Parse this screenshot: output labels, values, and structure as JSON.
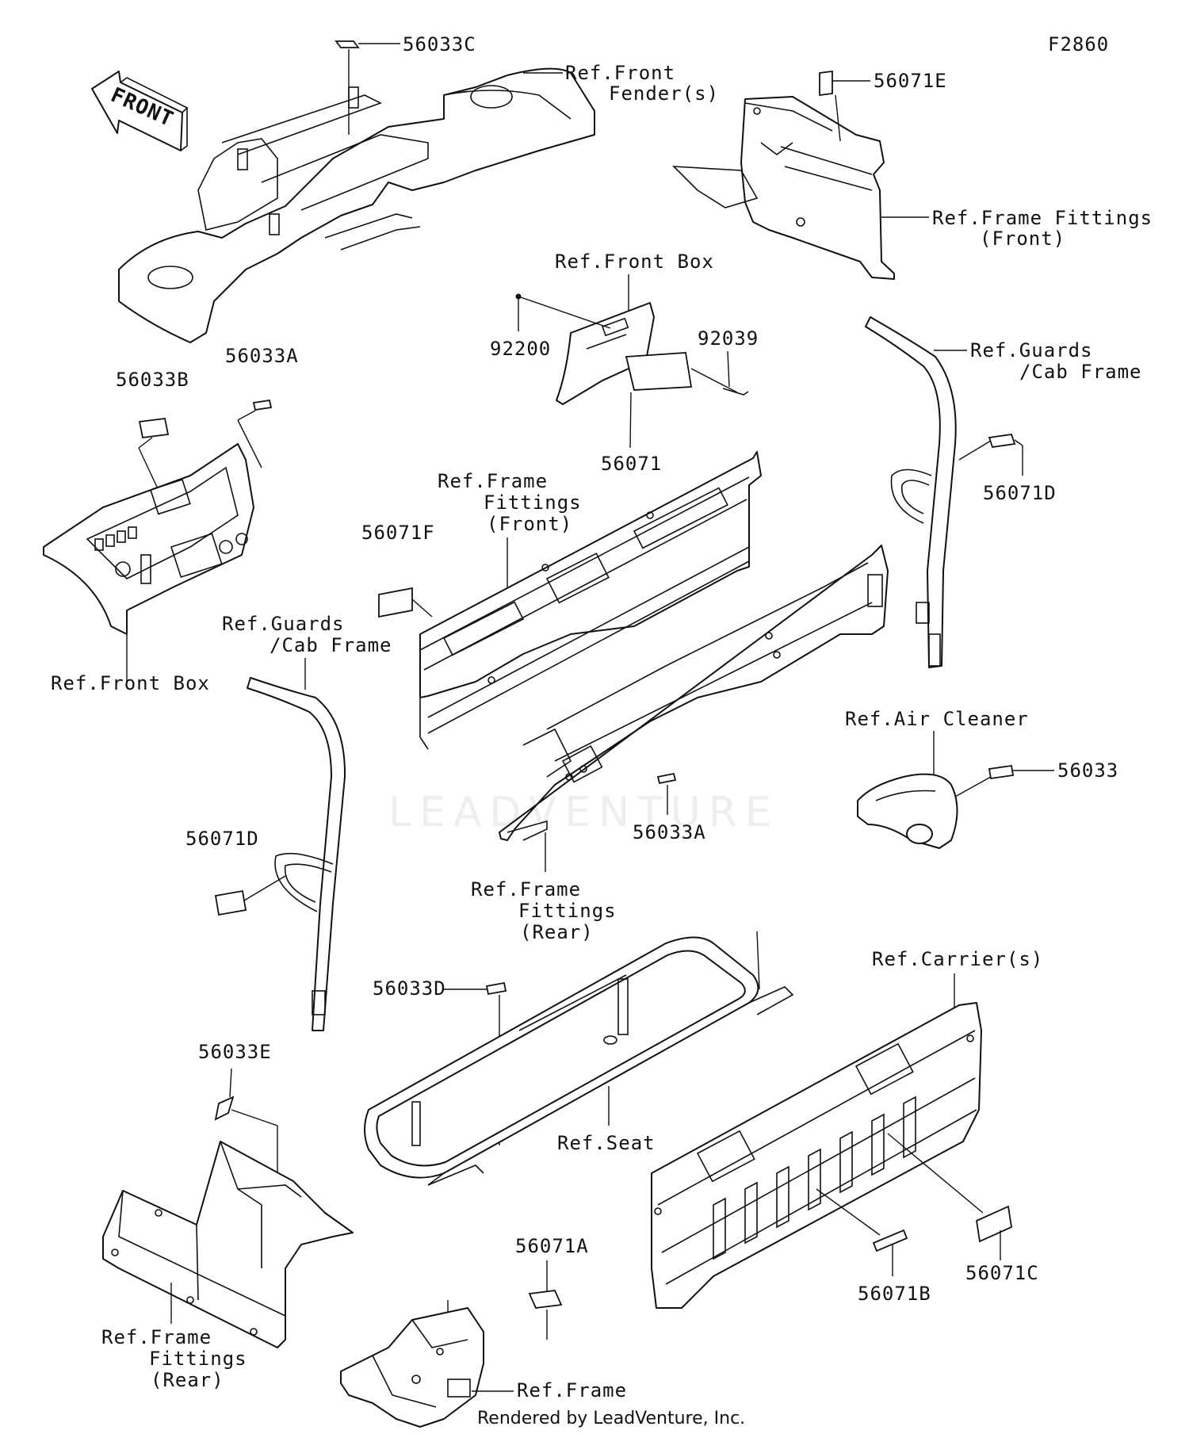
{
  "diagram_code": "F2860",
  "watermark": "LEADVENTURE",
  "footer": "Rendered by LeadVenture, Inc.",
  "front_arrow": "FRONT",
  "labels": {
    "p56033C": "56033C",
    "ref_front_fender_1": "Ref.Front",
    "ref_front_fender_2": "Fender(s)",
    "p56071E": "56071E",
    "ref_frame_fit_front_tr_1": "Ref.Frame Fittings",
    "ref_frame_fit_front_tr_2": "(Front)",
    "ref_front_box_mid": "Ref.Front Box",
    "p92200": "92200",
    "p92039": "92039",
    "p56071": "56071",
    "p56033B": "56033B",
    "p56033A_top": "56033A",
    "ref_guards_right_1": "Ref.Guards",
    "ref_guards_right_2": "/Cab Frame",
    "p56071D_right": "56071D",
    "ref_frame_fit_front_mid_1": "Ref.Frame",
    "ref_frame_fit_front_mid_2": "Fittings",
    "ref_frame_fit_front_mid_3": "(Front)",
    "p56071F": "56071F",
    "ref_front_box_left": "Ref.Front Box",
    "ref_guards_left_1": "Ref.Guards",
    "ref_guards_left_2": "/Cab Frame",
    "ref_air_cleaner": "Ref.Air Cleaner",
    "p56033": "56033",
    "p56033A_mid": "56033A",
    "p56071D_left": "56071D",
    "ref_frame_fit_rear_mid_1": "Ref.Frame",
    "ref_frame_fit_rear_mid_2": "Fittings",
    "ref_frame_fit_rear_mid_3": "(Rear)",
    "ref_carriers": "Ref.Carrier(s)",
    "p56033D": "56033D",
    "ref_seat": "Ref.Seat",
    "p56033E": "56033E",
    "p56071A": "56071A",
    "p56071B": "56071B",
    "p56071C": "56071C",
    "ref_frame_fit_rear_bl_1": "Ref.Frame",
    "ref_frame_fit_rear_bl_2": "Fittings",
    "ref_frame_fit_rear_bl_3": "(Rear)",
    "ref_frame": "Ref.Frame"
  }
}
